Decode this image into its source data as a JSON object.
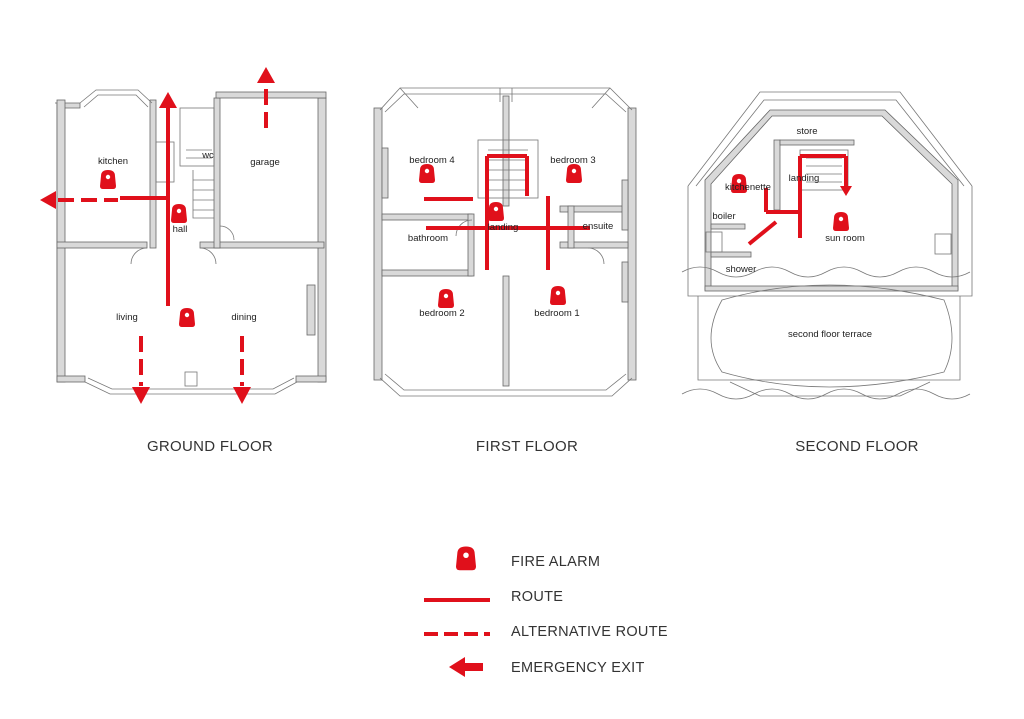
{
  "floors": {
    "ground": {
      "title": "GROUND FLOOR",
      "rooms": {
        "kitchen": "kitchen",
        "wc": "wc",
        "garage": "garage",
        "hall": "hall",
        "living": "living",
        "dining": "dining"
      }
    },
    "first": {
      "title": "FIRST FLOOR",
      "rooms": {
        "bedroom4": "bedroom 4",
        "bedroom3": "bedroom 3",
        "landing": "landing",
        "bathroom": "bathroom",
        "ensuite": "ensuite",
        "bedroom2": "bedroom 2",
        "bedroom1": "bedroom 1"
      }
    },
    "second": {
      "title": "SECOND FLOOR",
      "rooms": {
        "store": "store",
        "kitchenette": "kitchenette",
        "landing": "landing",
        "boiler": "boiler",
        "sunroom": "sun room",
        "shower": "shower",
        "terrace": "second floor terrace"
      }
    }
  },
  "legend": {
    "fire_alarm": "FIRE ALARM",
    "route": "ROUTE",
    "alternative_route": "ALTERNATIVE ROUTE",
    "emergency_exit": "EMERGENCY EXIT"
  },
  "colors": {
    "route": "#e0101b",
    "walls": "#d9d9d9",
    "outline": "#666666"
  }
}
